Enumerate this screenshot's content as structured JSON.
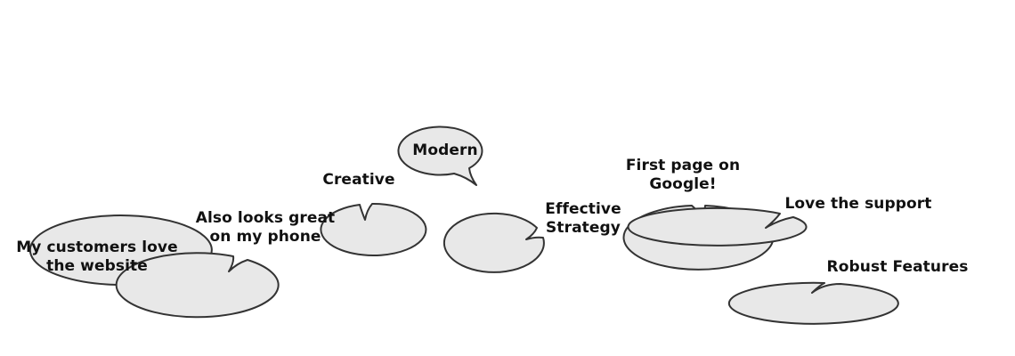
{
  "bubble_fill": "#e8e8e8",
  "bubble_stroke": "#333333",
  "testimonials": [
    {
      "id": "customers",
      "text": "My customers love the website"
    },
    {
      "id": "phone",
      "text": "Also looks great on my phone"
    },
    {
      "id": "creative",
      "text": "Creative"
    },
    {
      "id": "modern",
      "text": "Modern"
    },
    {
      "id": "strategy",
      "text": "Effective Strategy"
    },
    {
      "id": "google",
      "text": "First page on Google!"
    },
    {
      "id": "support",
      "text": "Love the support"
    },
    {
      "id": "features",
      "text": "Robust Features"
    }
  ]
}
